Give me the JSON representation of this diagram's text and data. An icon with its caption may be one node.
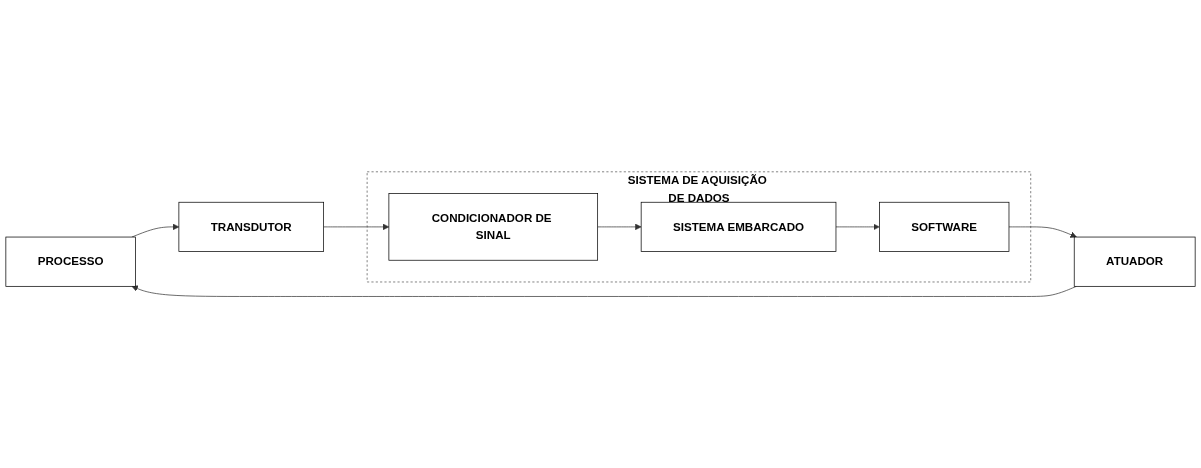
{
  "diagram": {
    "nodes": [
      {
        "text": [
          "PROCESSO"
        ]
      },
      {
        "text": [
          "TRANSDUTOR"
        ]
      },
      {
        "text": [
          "SISTEMA DE AQUISIÇÃO DE DADOS"
        ]
      },
      {
        "text": [
          "CONDICIONADOR DE SINAL"
        ],
        "in": 2
      },
      {
        "text": [
          "SISTEMA EMBARCADO"
        ],
        "in": 2
      },
      {
        "text": [
          "SOFTWARE"
        ],
        "in": 2
      },
      {
        "text": [
          "ATUADOR"
        ]
      }
    ],
    "edges": [
      {
        "from": 0,
        "to": 1,
        "arrow": "to"
      },
      {
        "from": 1,
        "to": 3,
        "arrow": "to"
      },
      {
        "from": 3,
        "to": 4,
        "arrow": "to"
      },
      {
        "from": 4,
        "to": 5,
        "arrow": "to"
      },
      {
        "from": 5,
        "to": 6,
        "arrow": "to"
      },
      {
        "from": 6,
        "to": 0,
        "arrow": "to"
      }
    ]
  }
}
